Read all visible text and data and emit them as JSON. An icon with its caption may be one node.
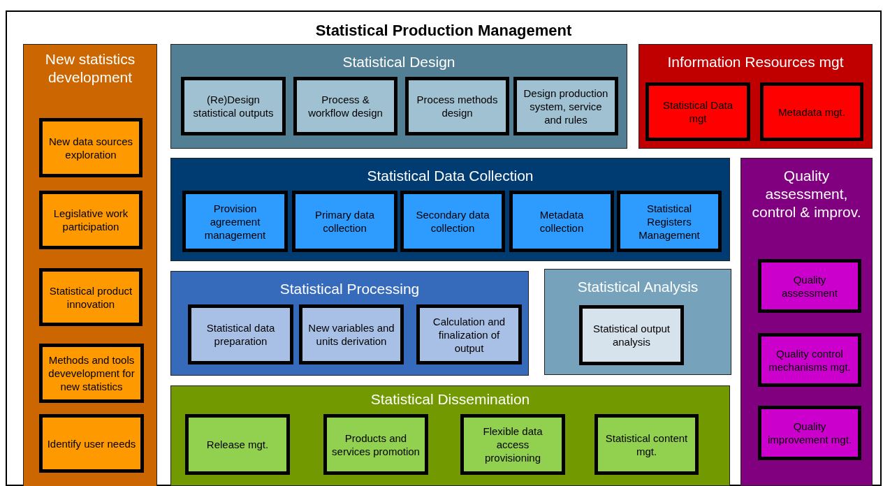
{
  "diagram": {
    "nodes": [
      {
        "text": [
          "Statistical Production Management"
        ]
      },
      {
        "text": [
          "New statistics development"
        ],
        "in": 0
      },
      {
        "text": [
          "New data sources exploration"
        ],
        "in": 1
      },
      {
        "text": [
          "Legislative work participation"
        ],
        "in": 1
      },
      {
        "text": [
          "Statistical product innovation"
        ],
        "in": 1
      },
      {
        "text": [
          "Methods and tools devevelopment for new statistics"
        ],
        "in": 1
      },
      {
        "text": [
          "Identify user needs"
        ],
        "in": 1
      },
      {
        "text": [
          "Statistical Design"
        ],
        "in": 0
      },
      {
        "text": [
          "(Re)Design statistical outputs"
        ],
        "in": 7
      },
      {
        "text": [
          "Process & workflow design"
        ],
        "in": 7
      },
      {
        "text": [
          "Process methods design"
        ],
        "in": 7
      },
      {
        "text": [
          "Design production system, service and rules"
        ],
        "in": 7
      },
      {
        "text": [
          "Information Resources mgt"
        ],
        "in": 0
      },
      {
        "text": [
          "Statistical Data mgt"
        ],
        "in": 12
      },
      {
        "text": [
          "Metadata mgt."
        ],
        "in": 12
      },
      {
        "text": [
          "Statistical Data Collection"
        ],
        "in": 0
      },
      {
        "text": [
          "Provision agreement management"
        ],
        "in": 15
      },
      {
        "text": [
          "Primary data collection"
        ],
        "in": 15
      },
      {
        "text": [
          "Secondary data collection"
        ],
        "in": 15
      },
      {
        "text": [
          "Metadata collection"
        ],
        "in": 15
      },
      {
        "text": [
          "Statistical Registers Management"
        ],
        "in": 15
      },
      {
        "text": [
          "Quality assessment, control & improv."
        ],
        "in": 0
      },
      {
        "text": [
          "Quality assessment"
        ],
        "in": 21
      },
      {
        "text": [
          "Quality control mechanisms mgt."
        ],
        "in": 21
      },
      {
        "text": [
          "Quality improvement mgt."
        ],
        "in": 21
      },
      {
        "text": [
          "Statistical Processing"
        ],
        "in": 0
      },
      {
        "text": [
          "Statistical data preparation"
        ],
        "in": 25
      },
      {
        "text": [
          "New variables and units derivation"
        ],
        "in": 25
      },
      {
        "text": [
          "Calculation and finalization of output"
        ],
        "in": 25
      },
      {
        "text": [
          "Statistical Analysis"
        ],
        "in": 0
      },
      {
        "text": [
          "Statistical output analysis"
        ],
        "in": 29
      },
      {
        "text": [
          "Statistical Dissemination"
        ],
        "in": 0
      },
      {
        "text": [
          "Release mgt."
        ],
        "in": 31
      },
      {
        "text": [
          "Products and services promotion"
        ],
        "in": 31
      },
      {
        "text": [
          "Flexible data access provisioning"
        ],
        "in": 31
      },
      {
        "text": [
          "Statistical content mgt."
        ],
        "in": 31
      }
    ],
    "edges": []
  }
}
